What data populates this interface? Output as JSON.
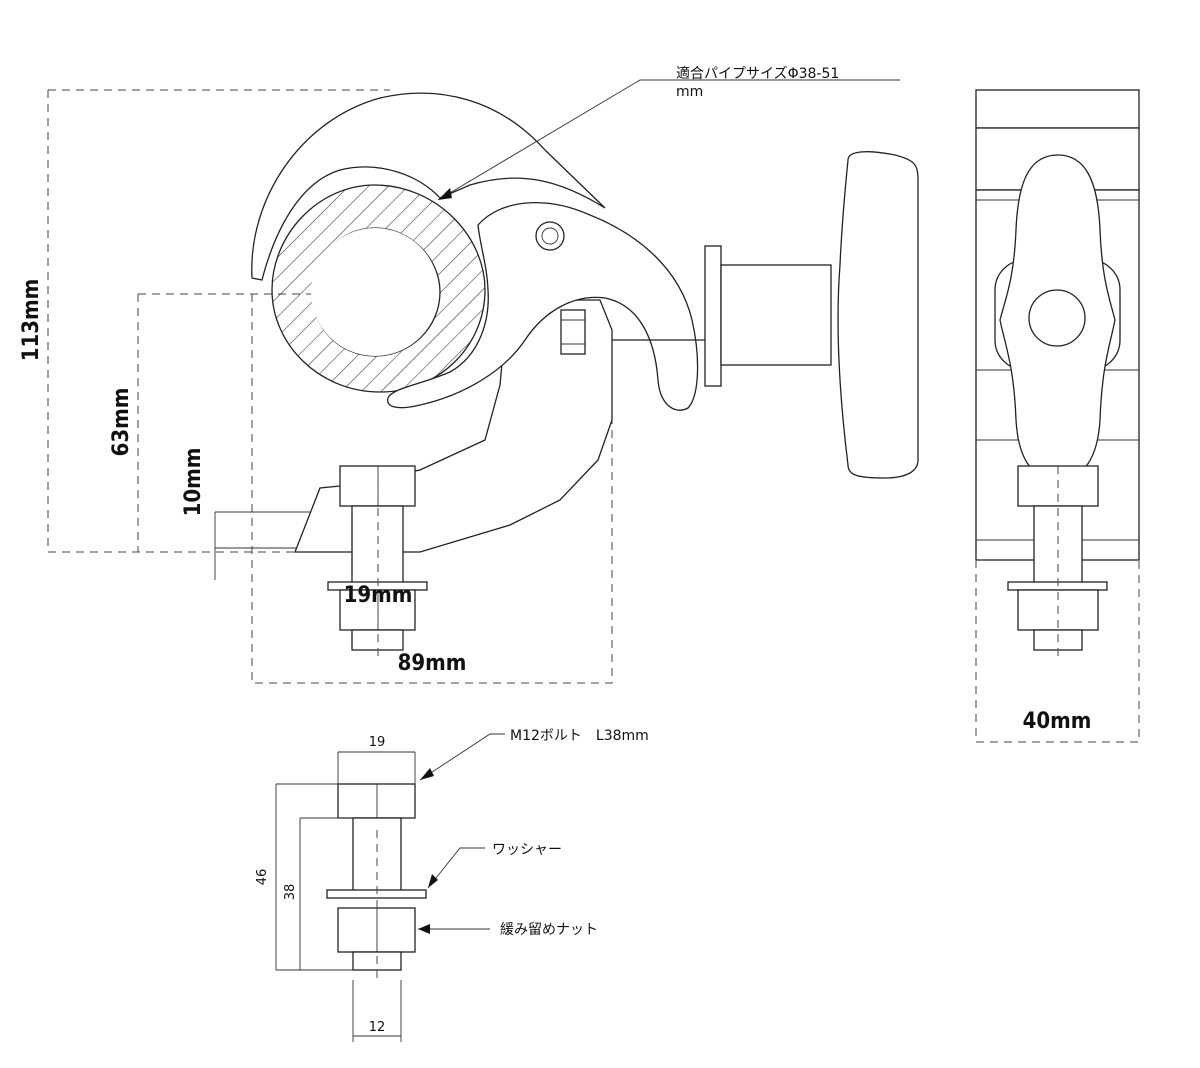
{
  "dimensions": {
    "height_total": "113mm",
    "height_body": "63mm",
    "bolt_offset": "10mm",
    "bolt_head": "19mm",
    "width_body": "89mm",
    "side_width": "40mm"
  },
  "callouts": {
    "pipe_size": "適合パイプサイズΦ38-51",
    "pipe_size_unit": "mm",
    "bolt": "M12ボルト　L38mm",
    "washer": "ワッシャー",
    "lock_nut": "緩み留めナット"
  },
  "bolt_detail": {
    "head_width": "19",
    "total_length": "46",
    "shank_length": "38",
    "thread_dia": "12"
  },
  "colors": {
    "line": "#222222",
    "background": "#ffffff"
  }
}
